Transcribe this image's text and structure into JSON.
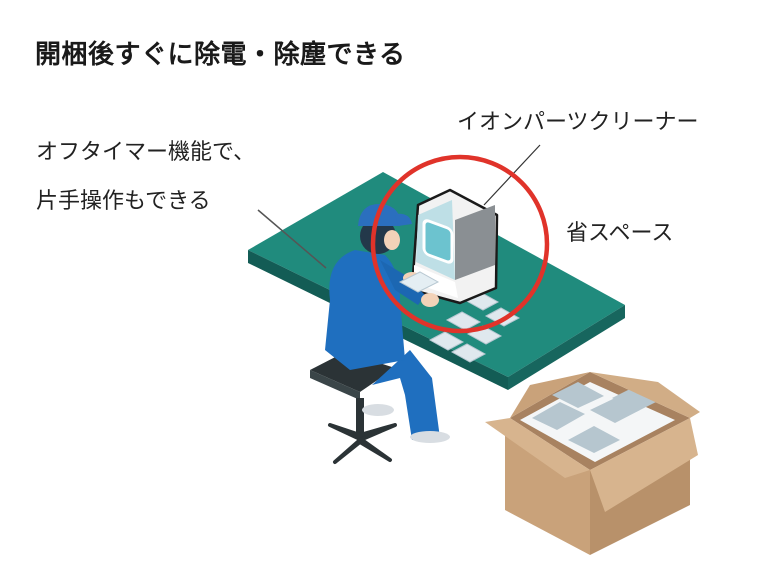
{
  "title": "開梱後すぐに除電・除塵できる",
  "labels": {
    "off_timer_line1": "オフタイマー機能で、",
    "off_timer_line2": "片手操作もできる",
    "ion_parts_cleaner": "イオンパーツクリーナー",
    "space_saving": "省スペース"
  },
  "colors": {
    "table_top": "#208b7d",
    "table_side": "#135c55",
    "highlight_circle": "#e0332a",
    "worker_blue": "#1f6fbf",
    "box_cardboard": "#d7b48e",
    "stool": "#2b3336"
  }
}
